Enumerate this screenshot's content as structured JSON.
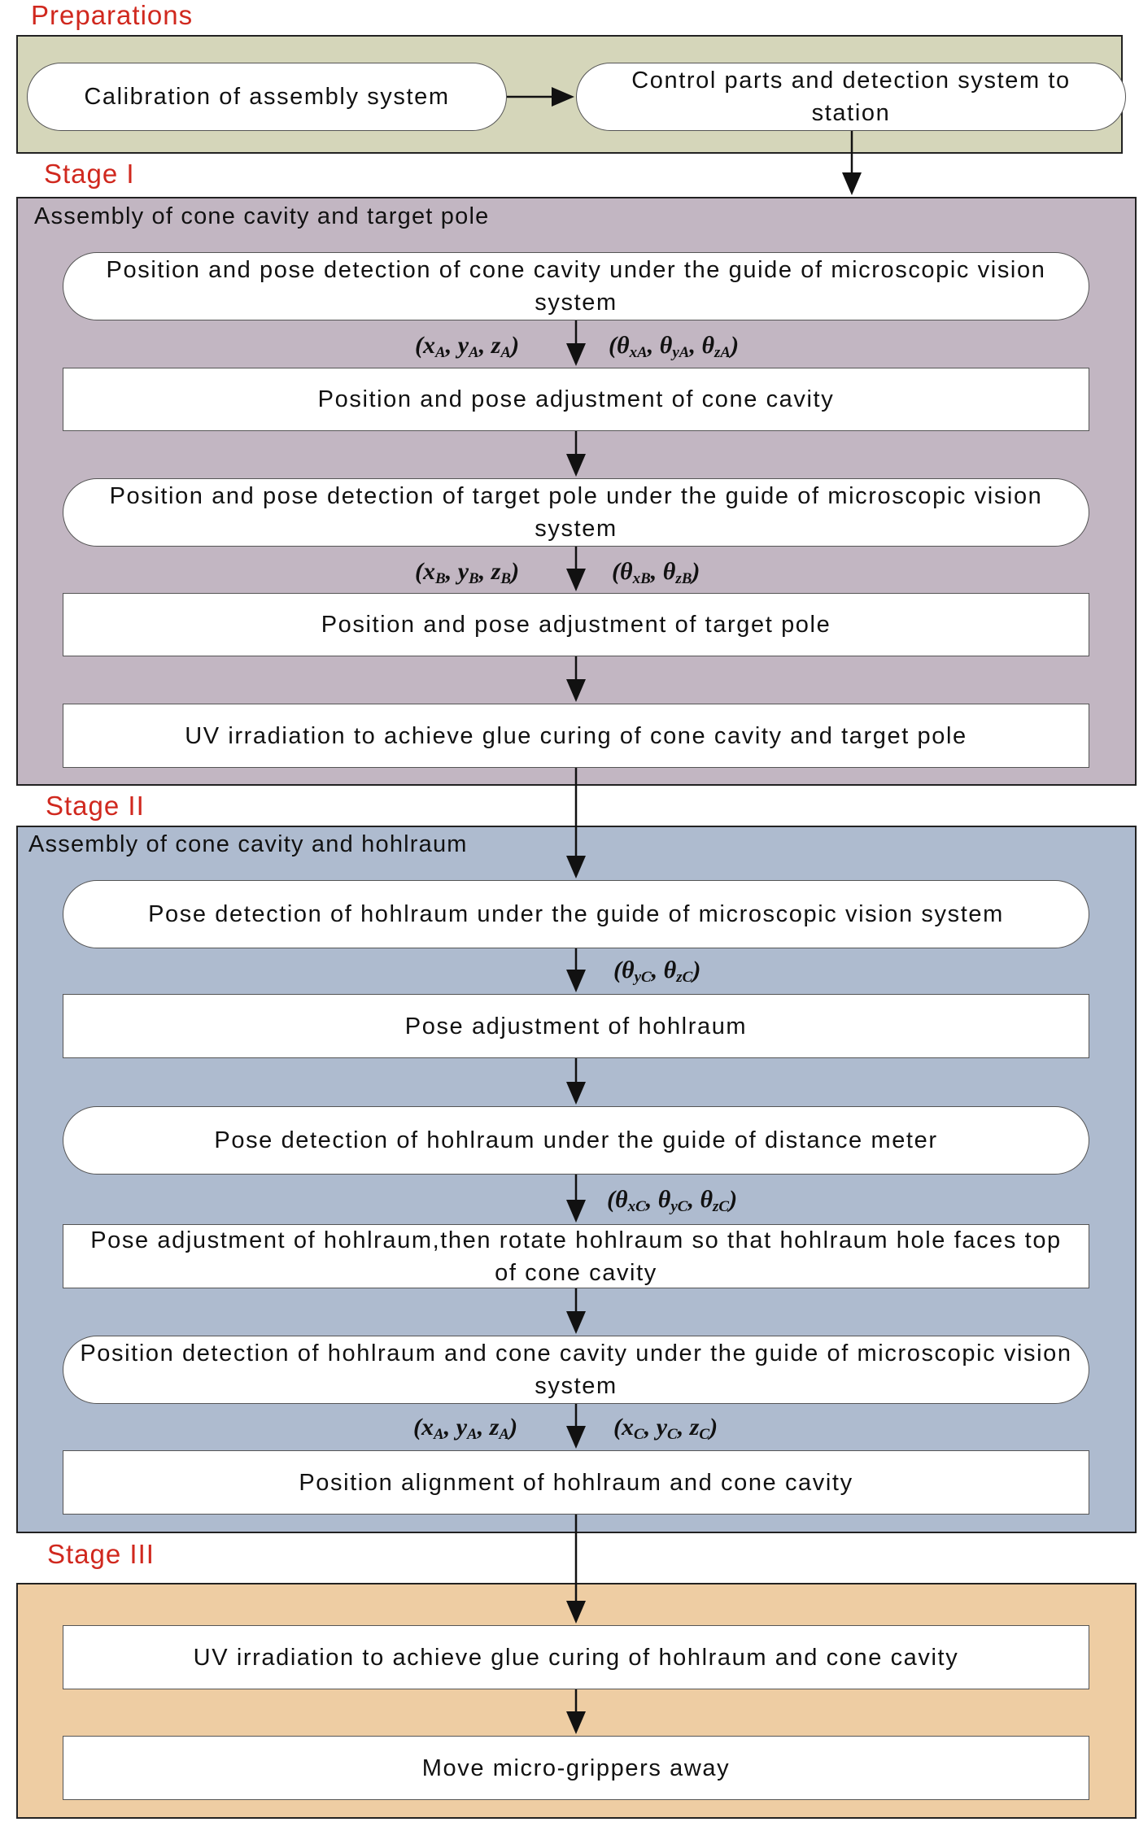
{
  "sections": {
    "preparations": {
      "label": "Preparations",
      "nodes": [
        "Calibration of assembly system",
        "Control parts and detection system to station"
      ]
    },
    "stage1": {
      "label": "Stage I",
      "title": "Assembly of cone cavity and target pole",
      "nodes": [
        "Position and pose detection of cone cavity under the guide of microscopic vision system",
        "Position and pose adjustment of cone cavity",
        "Position and pose detection of target pole under the guide of microscopic vision system",
        "Position and pose adjustment of target pole",
        "UV irradiation to achieve glue curing of cone cavity and target pole"
      ]
    },
    "stage2": {
      "label": "Stage II",
      "title": "Assembly of cone cavity and hohlraum",
      "nodes": [
        "Pose detection of hohlraum under the guide of microscopic vision system",
        "Pose adjustment of hohlraum",
        "Pose detection of hohlraum under the guide of distance meter",
        "Pose adjustment of hohlraum,then rotate hohlraum so that hohlraum hole faces top of cone cavity",
        "Position detection of hohlraum and cone cavity under the guide of microscopic vision system",
        "Position alignment of hohlraum and cone cavity"
      ]
    },
    "stage3": {
      "label": "Stage III",
      "nodes": [
        "UV irradiation to achieve glue curing of hohlraum and cone cavity",
        "Move micro-grippers away"
      ]
    }
  },
  "formulas": {
    "posA": "(xA, yA, zA)",
    "angA": "(θxA, θyA, θzA)",
    "posB": "(xB, yB, zB)",
    "angB": "(θxB, θzB)",
    "angC1": "(θyC, θzC)",
    "angC2": "(θxC, θyC, θzC)",
    "posA2": "(xA, yA, zA)",
    "posC": "(xC, yC, zC)"
  },
  "colors": {
    "label_red": "#d0281e",
    "preparations_bg": "#d5d6ba",
    "stage1_bg": "#c2b6c2",
    "stage2_bg": "#aebbcf",
    "stage3_bg": "#eecda3"
  }
}
